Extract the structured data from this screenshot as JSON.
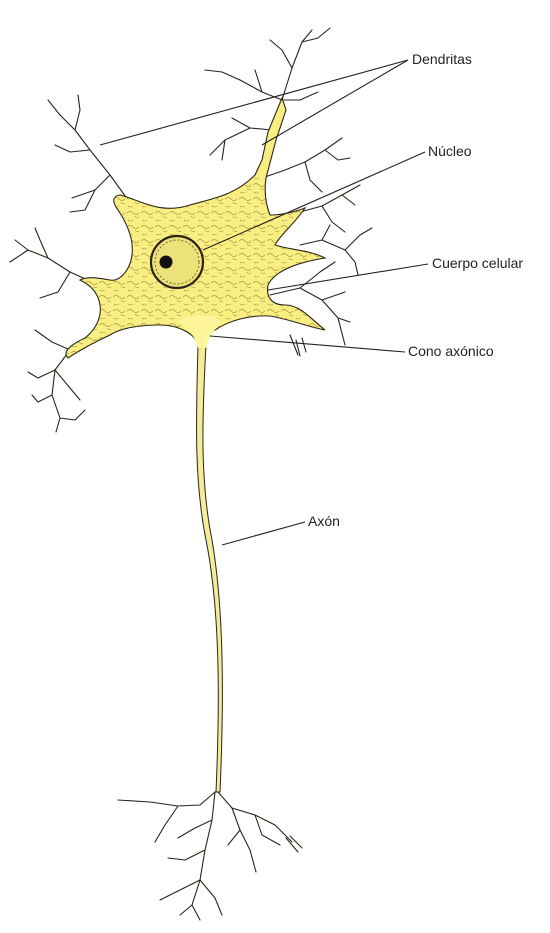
{
  "diagram": {
    "colors": {
      "cytoplasm": "#f8ee82",
      "cytoplasm_texture": "#8a7a2a",
      "outline": "#2a2418",
      "nucleus_fill": "#ede27a",
      "nucleolus": "#111111",
      "axon": "#f5ec9a",
      "background": "#ffffff"
    },
    "labels": {
      "dendrites": "Dendritas",
      "nucleus": "Núcleo",
      "cell_body": "Cuerpo celular",
      "axon_hillock": "Cono axónico",
      "axon": "Axón"
    }
  }
}
